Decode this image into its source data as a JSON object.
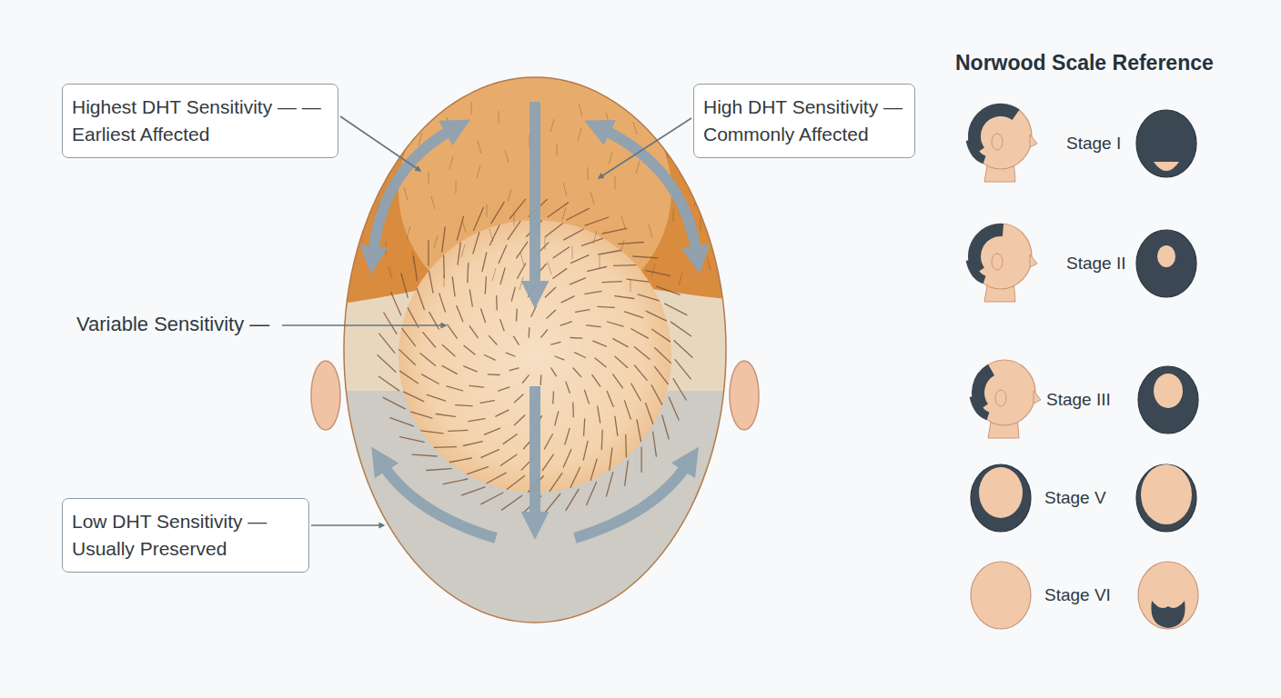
{
  "diagram": {
    "title": "Norwood Scale Reference",
    "nodes": [
      {
        "text": [
          "Highest DHT Sensitivity — — Earliest Affected"
        ]
      },
      {
        "text": [
          "High DHT Sensitivity — Commonly Affected"
        ]
      },
      {
        "text": [
          "Low DHT Sensitivity — Usually Preserved"
        ]
      }
    ],
    "labels": [
      "Variable Sensitivity —",
      "Stage I",
      "Stage II",
      "Stage III",
      "Stage V",
      "Stage VI"
    ]
  }
}
